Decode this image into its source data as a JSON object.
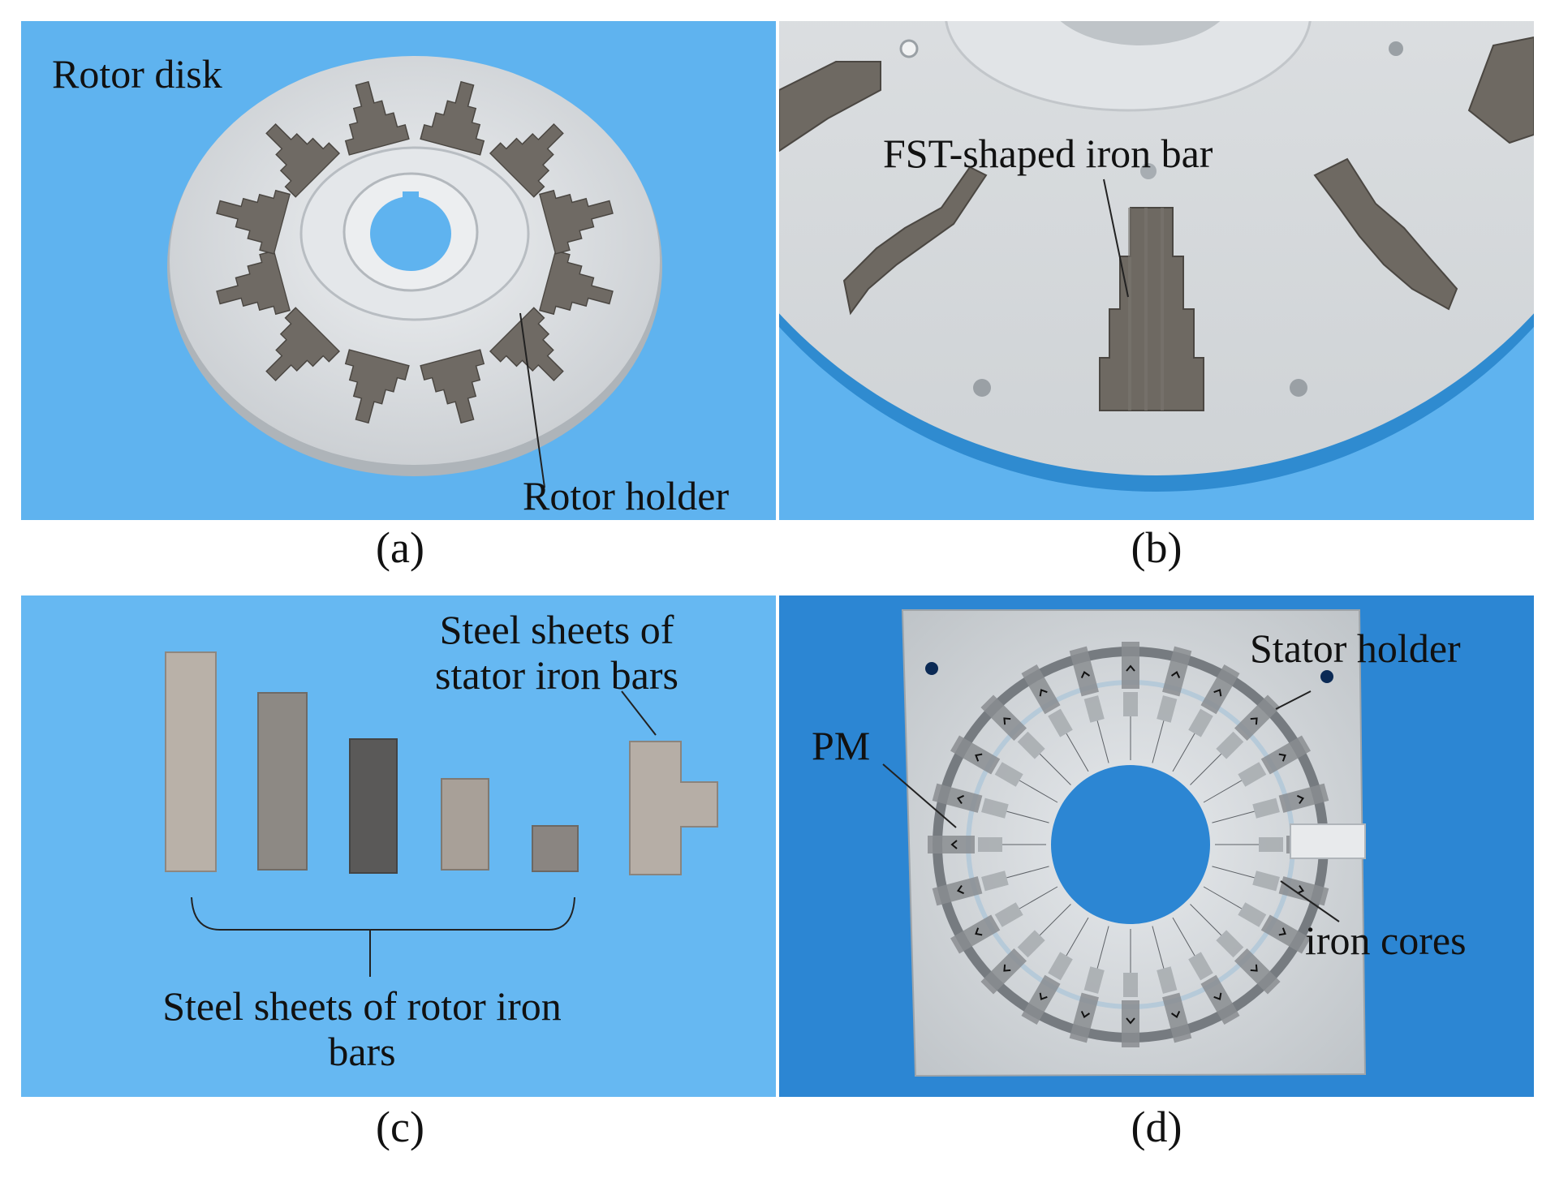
{
  "figure": {
    "panel_a": {
      "caption": "(a)",
      "labels": {
        "rotor_disk": "Rotor disk",
        "rotor_holder": "Rotor holder"
      }
    },
    "panel_b": {
      "caption": "(b)",
      "labels": {
        "fst_bar": "FST-shaped iron bar"
      }
    },
    "panel_c": {
      "caption": "(c)",
      "labels": {
        "stator_sheets": "Steel sheets of stator iron bars",
        "rotor_sheets": "Steel sheets of rotor iron bars"
      }
    },
    "panel_d": {
      "caption": "(d)",
      "labels": {
        "stator_holder": "Stator holder",
        "pm": "PM",
        "iron_cores": "iron cores"
      }
    },
    "colors": {
      "background_blue": "#5fb3ef",
      "aluminum": "#d9dde0",
      "iron": "#6b6660"
    }
  }
}
